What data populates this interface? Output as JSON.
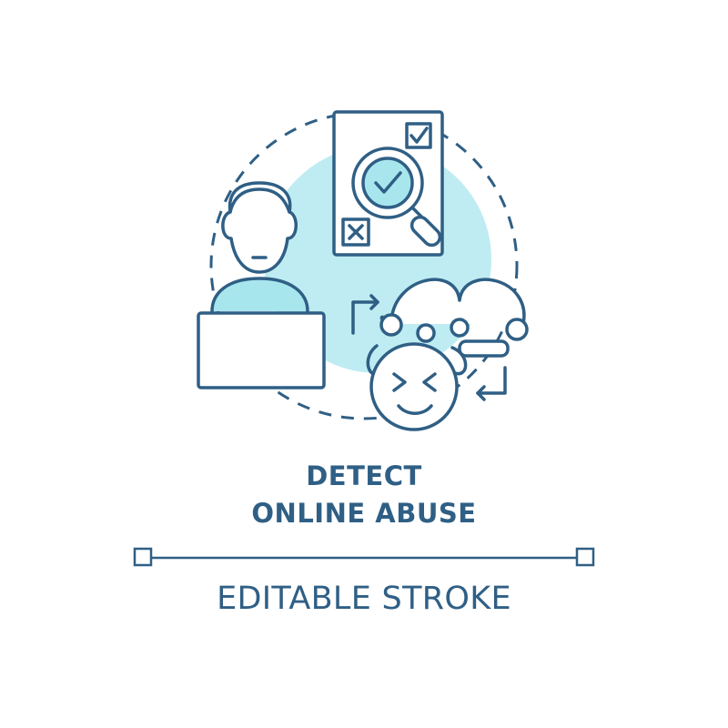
{
  "colors": {
    "stroke": "#2f5f85",
    "accent_fill": "#a8e6ee",
    "background": "#ffffff"
  },
  "icons": [
    "person-icon",
    "laptop-icon",
    "document-icon",
    "checkbox-checked-icon",
    "checkbox-crossed-icon",
    "magnifier-check-icon",
    "jester-troll-face-icon",
    "cycle-arrows-icon"
  ],
  "title": {
    "line1": "DETECT",
    "line2": "ONLINE ABUSE"
  },
  "caption": "EDITABLE STROKE"
}
